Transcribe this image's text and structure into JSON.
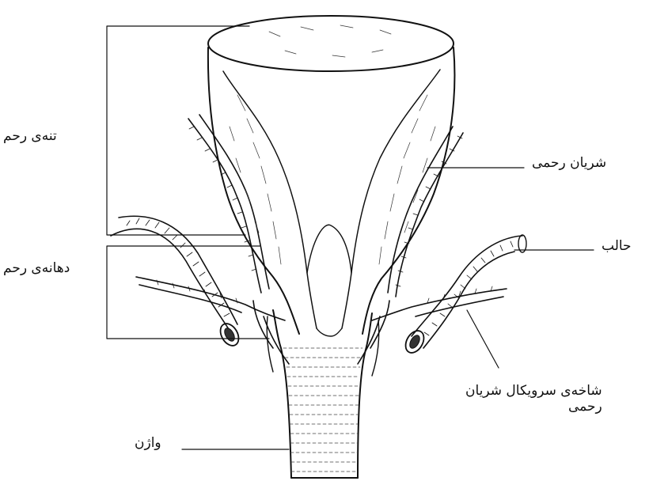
{
  "labels": {
    "uterus_body": "تنه‌ی رحم",
    "cervix": "دهانه‌ی رحم",
    "uterine_artery": "شریان رحمی",
    "ureter": "حالب",
    "cervical_branch_line1": "شاخه‌ی سرویکال شریان",
    "cervical_branch_line2": "رحمی",
    "vagina": "واژن"
  },
  "colors": {
    "ink": "#111111",
    "paper": "#ffffff"
  }
}
